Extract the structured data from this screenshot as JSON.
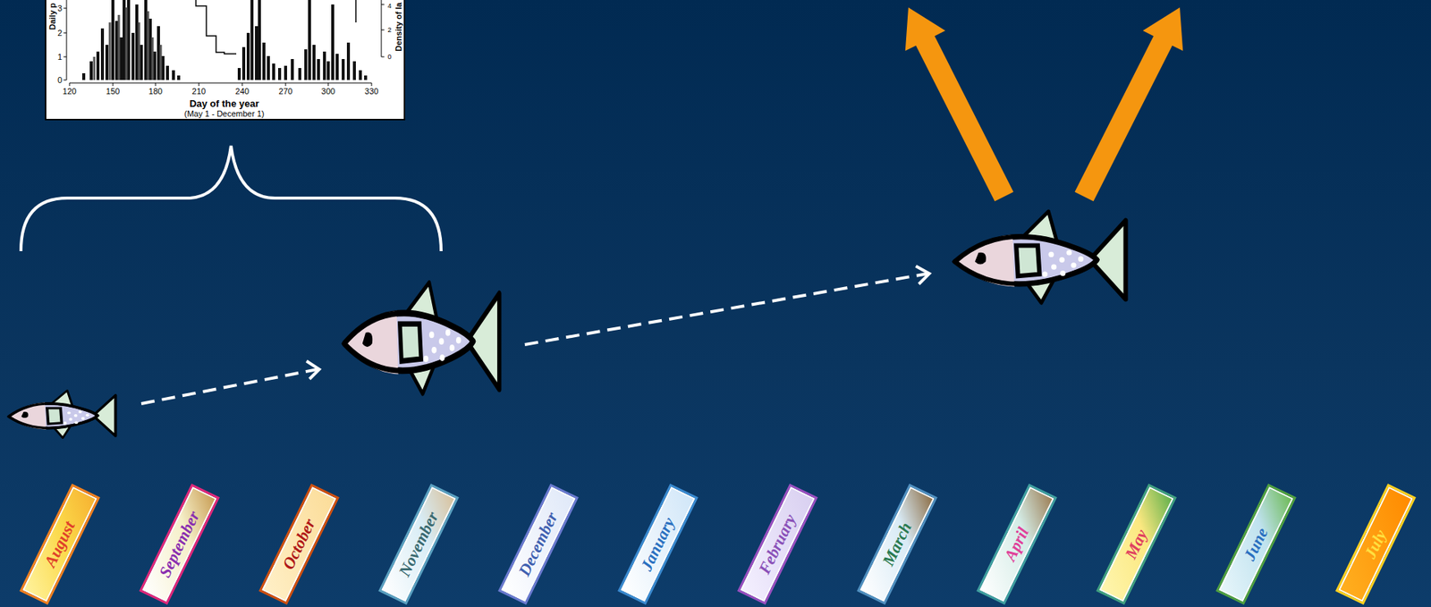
{
  "diagram": {
    "nodes": [
      {
        "text": [
          "August"
        ]
      },
      {
        "text": [
          "September"
        ]
      },
      {
        "text": [
          "October"
        ]
      },
      {
        "text": [
          "November"
        ]
      },
      {
        "text": [
          "December"
        ]
      },
      {
        "text": [
          "January"
        ]
      },
      {
        "text": [
          "February"
        ]
      },
      {
        "text": [
          "March"
        ]
      },
      {
        "text": [
          "April"
        ]
      },
      {
        "text": [
          "May"
        ]
      },
      {
        "text": [
          "June"
        ]
      },
      {
        "text": [
          "July"
        ]
      }
    ],
    "labels": [
      "Daily p",
      "3",
      "2",
      "1",
      "0",
      "120",
      "150",
      "180",
      "210",
      "240",
      "270",
      "300",
      "330",
      "Day of the year",
      "(May 1 - December 1)",
      "Density of la",
      "4",
      "2",
      "0"
    ]
  }
}
